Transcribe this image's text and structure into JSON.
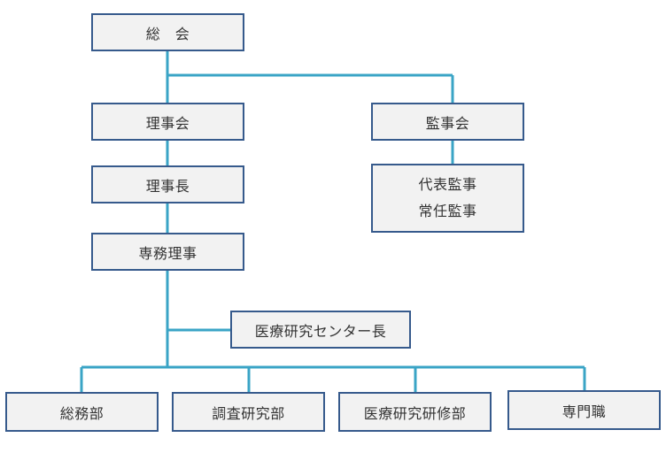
{
  "org": {
    "general_assembly": "総　会",
    "board": "理事会",
    "auditors": "監事会",
    "chairman": "理事長",
    "rep_auditor": "代表監事",
    "standing_auditor": "常任監事",
    "managing_director": "専務理事",
    "research_center_head": "医療研究センター長",
    "departments": [
      "総務部",
      "調査研究部",
      "医療研究研修部",
      "専門職"
    ]
  },
  "colors": {
    "connector": "#3aa4c6",
    "border": "#365a8c",
    "fill": "#f2f2f2"
  }
}
